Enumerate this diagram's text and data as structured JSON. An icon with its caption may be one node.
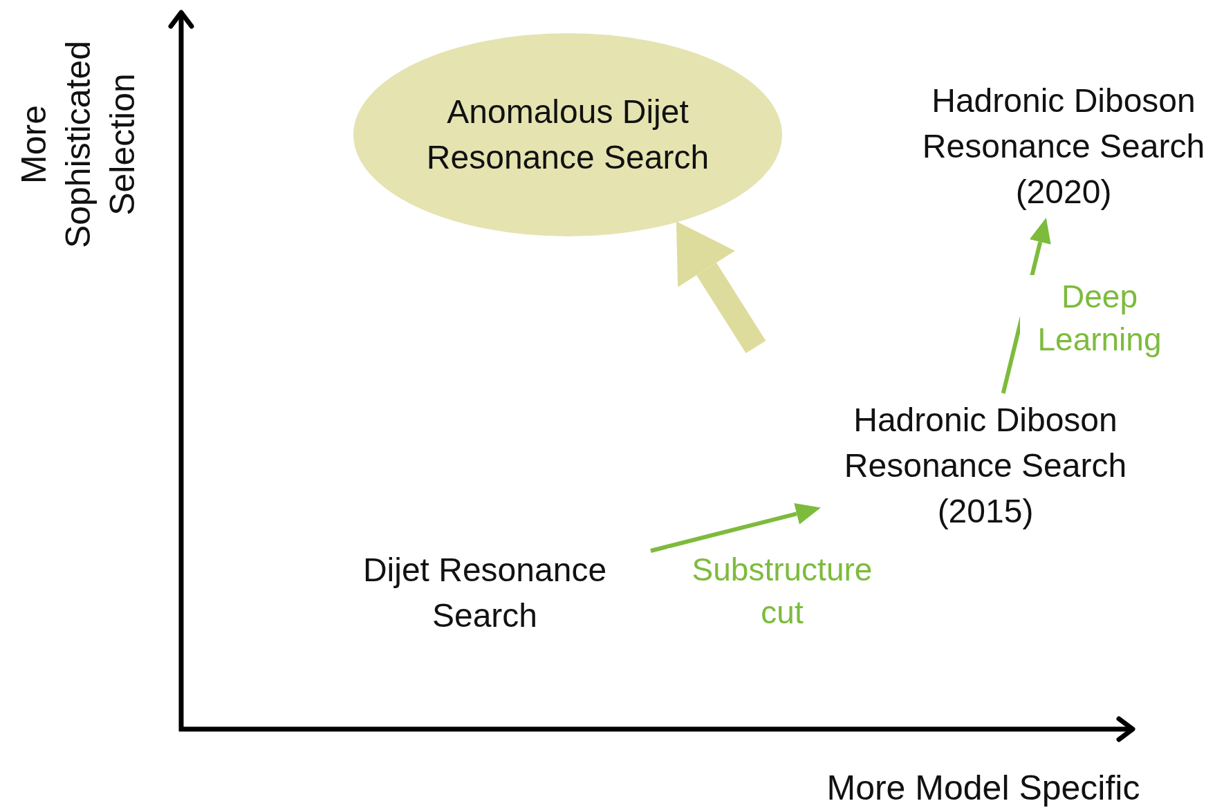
{
  "diagram": {
    "nodes": [
      {
        "text": [
          "Dijet Resonance Search"
        ]
      },
      {
        "text": [
          "Hadronic Diboson Resonance Search (2015)"
        ]
      },
      {
        "text": [
          "Hadronic Diboson Resonance Search (2020)"
        ]
      },
      {
        "text": [
          "Anomalous Dijet Resonance Search"
        ]
      }
    ],
    "edges": [
      {
        "from": 0,
        "to": 1,
        "arrow": "to",
        "label": "Substructure cut"
      },
      {
        "from": 1,
        "to": 2,
        "arrow": "to",
        "label": "Deep Learning"
      },
      {
        "from": null,
        "to": 3,
        "arrow": "to",
        "style": "thick",
        "color": "#dedc9c"
      }
    ],
    "labels": [
      "More Sophisticated Selection",
      "More Model Specific"
    ]
  }
}
